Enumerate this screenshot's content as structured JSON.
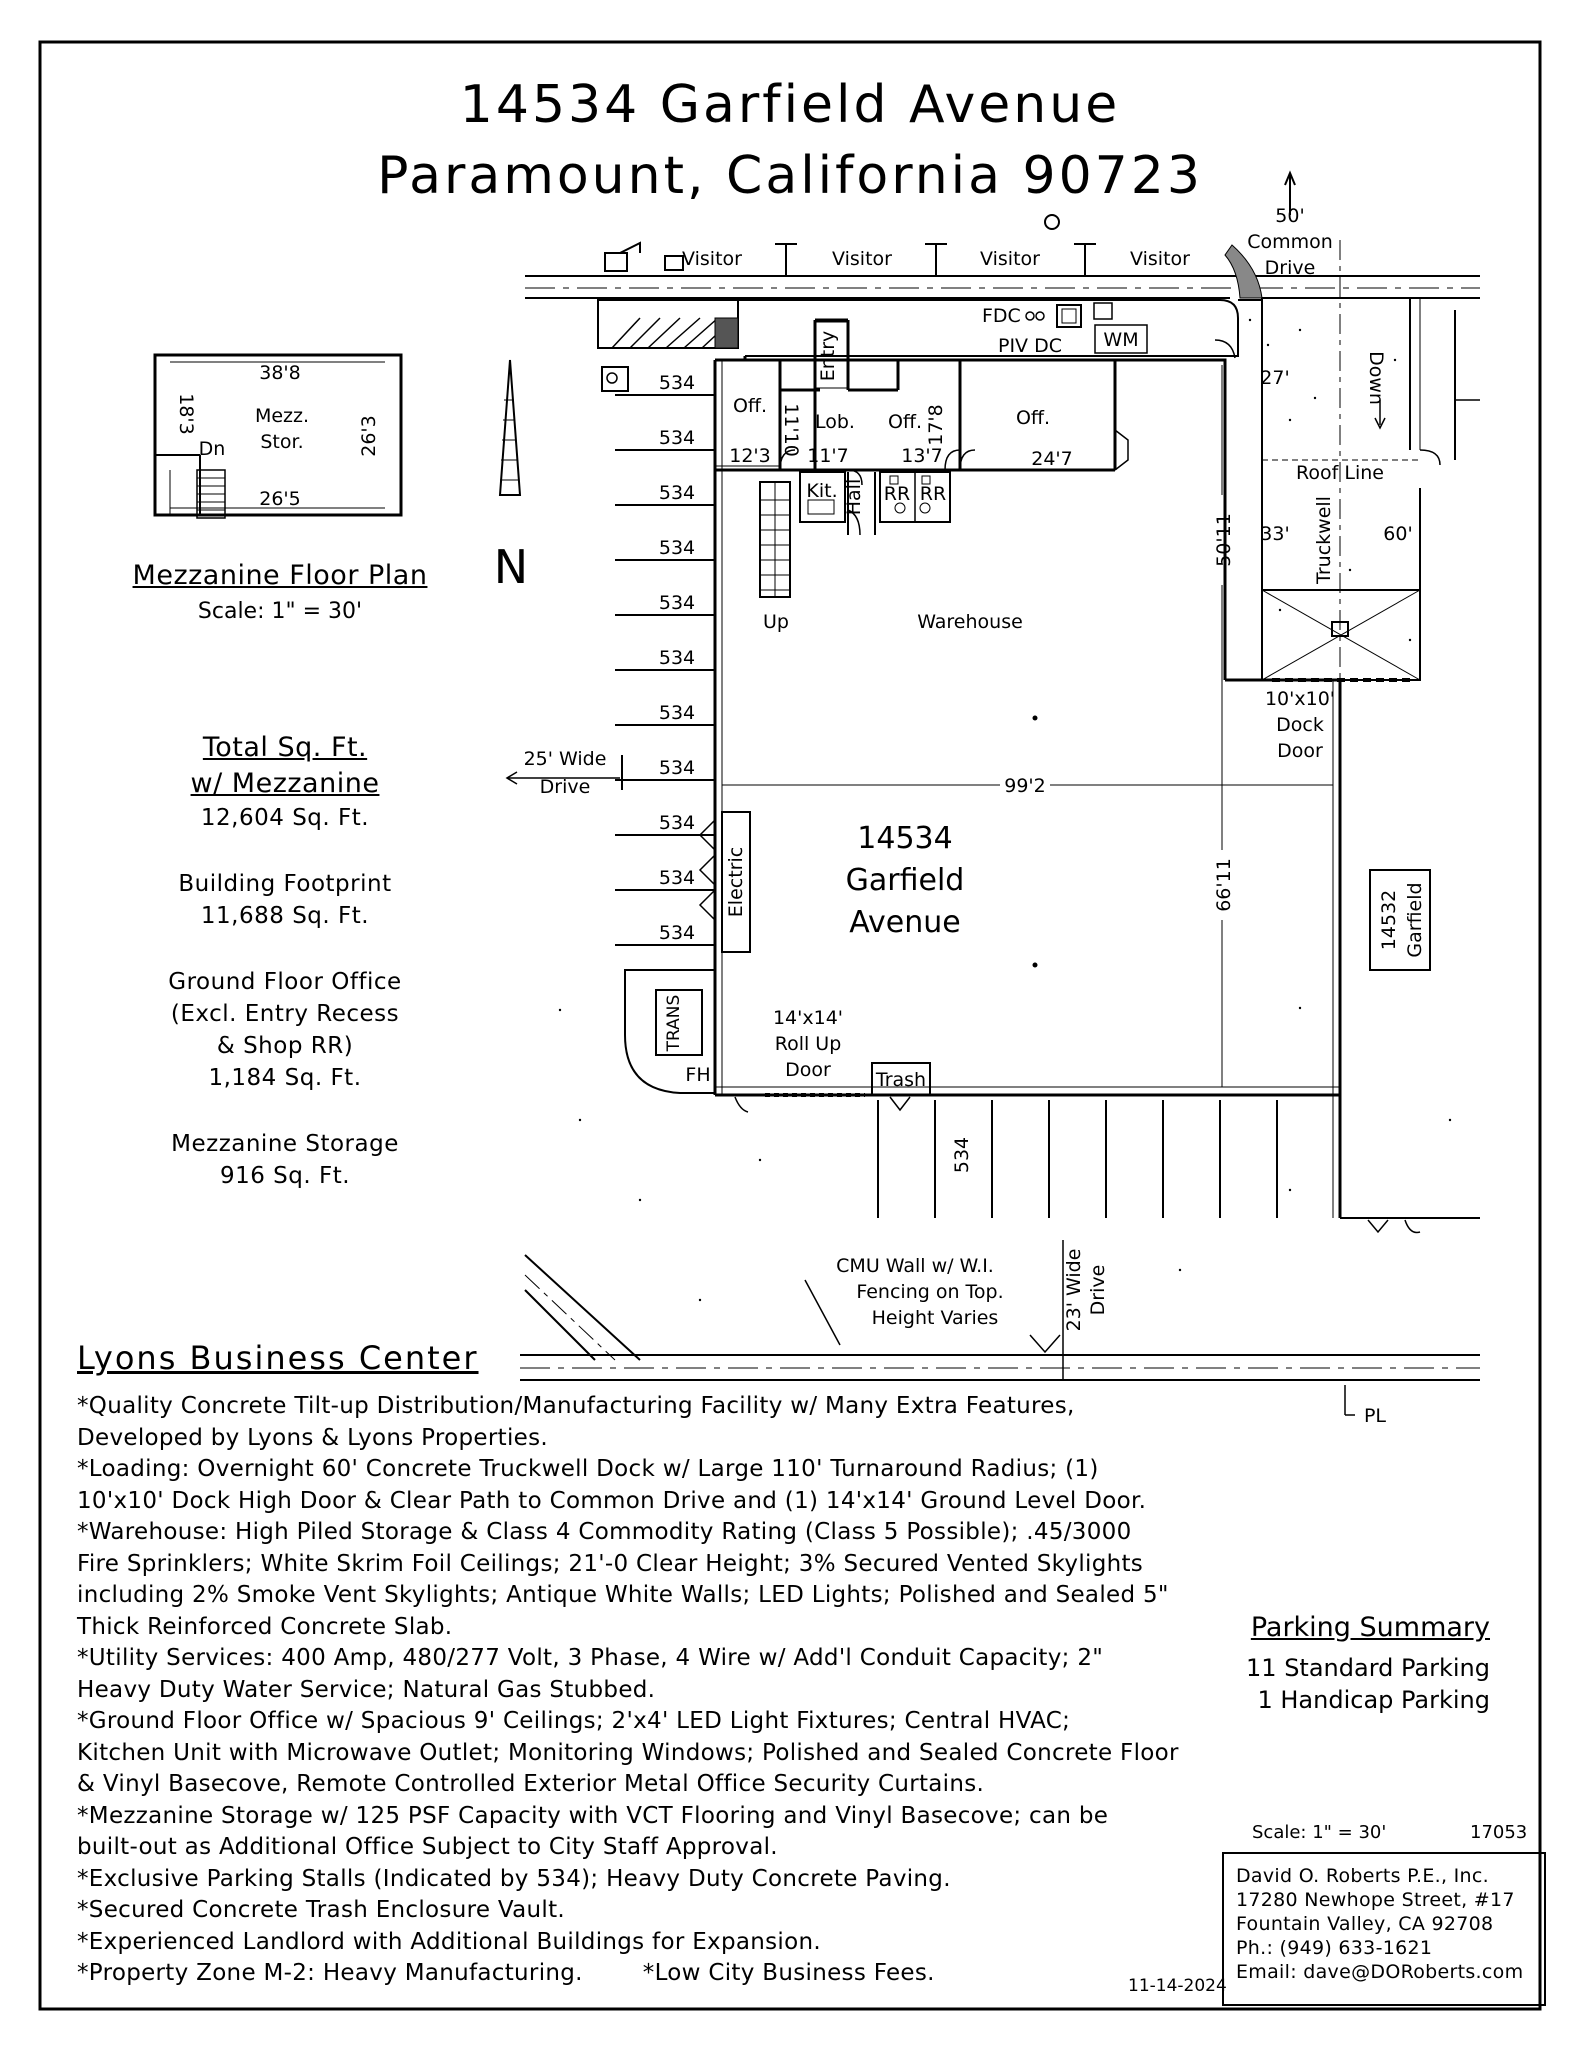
{
  "title": {
    "line1": "14534 Garfield Avenue",
    "line2": "Paramount, California   90723"
  },
  "mezzanine_plan": {
    "title": "Mezzanine Floor Plan",
    "scale": "Scale: 1\" = 30'",
    "dim_top": "38'8",
    "dim_left": "18'3",
    "dim_right": "26'3",
    "dim_bottom": "26'5",
    "room_line1": "Mezz.",
    "room_line2": "Stor.",
    "stair_label": "Dn"
  },
  "stats": {
    "total_head_1": "Total Sq. Ft.",
    "total_head_2": "w/ Mezzanine",
    "total_value": "12,604 Sq. Ft.",
    "footprint_label": "Building Footprint",
    "footprint_value": "11,688 Sq. Ft.",
    "office_label_1": "Ground Floor Office",
    "office_label_2": "(Excl. Entry Recess",
    "office_label_3": "& Shop RR)",
    "office_value": "1,184 Sq. Ft.",
    "mezz_label": "Mezzanine Storage",
    "mezz_value": "916 Sq. Ft."
  },
  "site_plan": {
    "visitor": "Visitor",
    "common_drive_1": "50'",
    "common_drive_2": "Common",
    "common_drive_3": "Drive",
    "fdc": "FDC",
    "piv_dc": "PIV DC",
    "wm": "WM",
    "stall": "534",
    "entry": "Entry",
    "off": "Off.",
    "lob": "Lob.",
    "kit": "Kit.",
    "hall": "Hall",
    "rr": "RR",
    "dim_11_10": "11'10",
    "dim_17_8": "17'8",
    "dim_12_3": "12'3",
    "dim_11_7": "11'7",
    "dim_13_7": "13'7",
    "dim_24_7": "24'7",
    "up": "Up",
    "warehouse": "Warehouse",
    "dim_50_11": "50'11",
    "dim_99_2": "99'2",
    "dim_66_11": "66'11",
    "building_1": "14534",
    "building_2": "Garfield",
    "building_3": "Avenue",
    "drive25_1": "25' Wide",
    "drive25_2": "Drive",
    "electric": "Electric",
    "trans": "TRANS",
    "fh": "FH",
    "rollup_1": "14'x14'",
    "rollup_2": "Roll Up",
    "rollup_3": "Door",
    "trash": "Trash",
    "dim_27": "27'",
    "down": "Down",
    "roof_line": "Roof Line",
    "truckwell": "Truckwell",
    "dim_33": "33'",
    "dim_60": "60'",
    "dock_1": "10'x10'",
    "dock_2": "Dock",
    "dock_3": "Door",
    "neighbor_1": "14532",
    "neighbor_2": "Garfield",
    "cmu_1": "CMU Wall w/ W.I.",
    "cmu_2": "Fencing on Top.",
    "cmu_3": "Height Varies",
    "drive23_1": "23' Wide",
    "drive23_2": "Drive",
    "pl": "PL",
    "north": "N"
  },
  "lyons": {
    "heading": "Lyons Business Center",
    "lines": [
      "*Quality Concrete Tilt-up Distribution/Manufacturing Facility w/ Many Extra Features,",
      "Developed by Lyons & Lyons Properties.",
      "*Loading: Overnight 60' Concrete Truckwell Dock w/ Large 110' Turnaround Radius; (1)",
      "10'x10' Dock High Door & Clear Path to Common Drive and (1) 14'x14' Ground Level Door.",
      "*Warehouse: High Piled Storage & Class 4 Commodity Rating (Class 5 Possible); .45/3000",
      "Fire Sprinklers; White Skrim Foil Ceilings; 21'-0 Clear Height; 3% Secured Vented Skylights",
      "including 2% Smoke Vent Skylights; Antique White Walls; LED Lights; Polished and Sealed 5\"",
      "Thick Reinforced Concrete Slab.",
      "*Utility Services: 400 Amp, 480/277 Volt, 3 Phase, 4 Wire w/ Add'l Conduit Capacity; 2\"",
      "Heavy Duty Water Service; Natural Gas Stubbed.",
      "*Ground Floor Office w/ Spacious 9' Ceilings; 2'x4' LED Light Fixtures; Central HVAC;",
      "Kitchen Unit with Microwave Outlet; Monitoring Windows; Polished and Sealed Concrete Floor",
      "& Vinyl Basecove, Remote Controlled Exterior Metal Office Security Curtains.",
      "*Mezzanine Storage w/ 125 PSF Capacity with VCT Flooring and Vinyl Basecove; can be",
      "built-out as Additional Office Subject to City Staff Approval.",
      "*Exclusive Parking Stalls (Indicated by 534); Heavy Duty Concrete Paving.",
      "*Secured Concrete Trash Enclosure Vault.",
      "*Experienced Landlord with Additional Buildings for Expansion."
    ],
    "last_line_a": "*Property Zone M-2: Heavy Manufacturing.",
    "last_line_b": "*Low City Business Fees."
  },
  "parking": {
    "heading": "Parking Summary",
    "standard": "11  Standard Parking",
    "handicap": "1  Handicap Parking"
  },
  "title_block": {
    "scale": "Scale: 1\" = 30'",
    "job": "17053",
    "date": "11-14-2024",
    "company": "David O. Roberts P.E., Inc.",
    "street": "17280 Newhope Street, #17",
    "city": "Fountain Valley, CA 92708",
    "phone": "Ph.: (949) 633-1621",
    "email": "Email: dave@DORoberts.com"
  }
}
